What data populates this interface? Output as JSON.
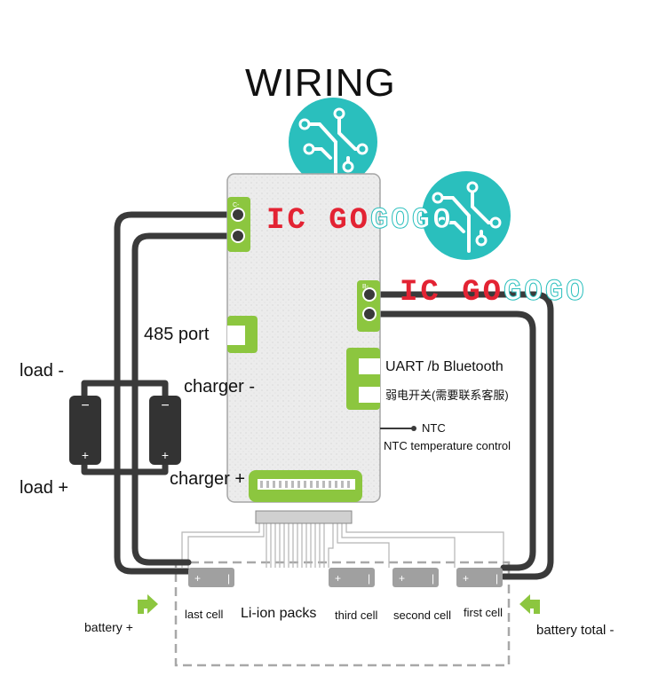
{
  "title": "WIRING",
  "brand": {
    "part1": "IC ",
    "part2": "GO",
    "part3": "GOGO"
  },
  "labels": {
    "port_485": "485 port",
    "load_minus": "load -",
    "load_plus": "load +",
    "charger_minus": "charger -",
    "charger_plus": "charger +",
    "uart": "UART /b Bluetooth",
    "switch_cn": "弱电开关(需要联系客服)",
    "ntc": "NTC",
    "ntc_desc": "NTC temperature control",
    "last_cell": "last cell",
    "li_ion": "Li-ion packs",
    "third_cell": "third cell",
    "second_cell": "second cell",
    "first_cell": "first cell",
    "battery_plus": "battery +",
    "battery_total_minus": "battery total -"
  },
  "board_marks": {
    "c_minus": "C-",
    "b_minus": "B-"
  },
  "load_signs": {
    "minus": "−",
    "plus": "+"
  },
  "cell_signs": {
    "plus": "+",
    "minus": "|"
  },
  "colors": {
    "wire": "#3a3a3a",
    "board": "#ececec",
    "pad_green": "#8cc63f",
    "cell_gray": "#a0a0a0",
    "teal": "#2abfbd",
    "brand_red": "#e32333"
  },
  "icons": [
    "circuit-logo-icon",
    "circuit-logo-icon",
    "load-battery-icon",
    "arrow-up-icon"
  ]
}
